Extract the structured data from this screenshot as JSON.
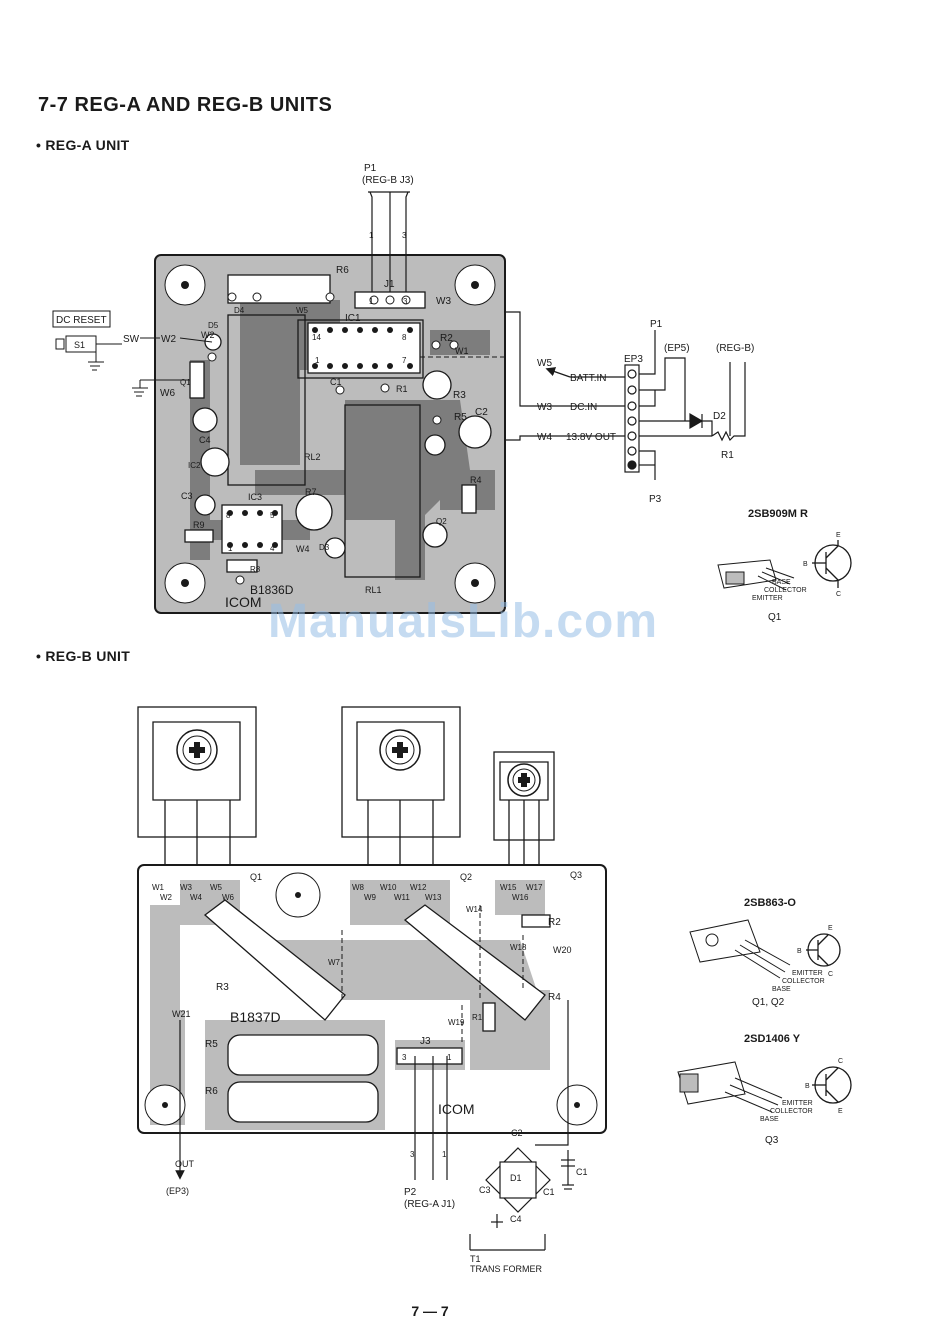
{
  "page": {
    "title": "7-7  REG-A AND REG-B UNITS",
    "page_number": "7 — 7",
    "watermark": "ManualsLib.com"
  },
  "reg_a": {
    "heading": "• REG-A UNIT",
    "board_label": "B1836D",
    "logo": "ICOM",
    "components": {
      "r6": "R6",
      "j1": "J1",
      "w3": "W3",
      "d4": "D4",
      "w5_board": "W5",
      "ic1": "IC1",
      "r2": "R2",
      "w1": "W1",
      "c1": "C1",
      "r1": "R1",
      "r3": "R3",
      "r5": "R5",
      "c2": "C2",
      "w2_board": "W2",
      "d5": "D5",
      "q1": "Q1",
      "w6": "W6",
      "c4": "C4",
      "ic2": "IC2",
      "c3": "C3",
      "rl2": "RL2",
      "q2": "Q2",
      "r4": "R4",
      "r7": "R7",
      "ic3": "IC3",
      "r9": "R9",
      "d3": "D3",
      "w4_board": "W4",
      "r8": "R8",
      "rl1": "RL1"
    },
    "pins": {
      "ic1_14": "14",
      "ic1_8": "8",
      "ic1_1": "1",
      "ic1_7": "7",
      "ic3_8": "8",
      "ic3_5": "5",
      "ic3_1": "1",
      "ic3_4": "4",
      "j1_1": "1",
      "j1_3": "3",
      "p1_1": "1",
      "p1_3": "3"
    },
    "connector_p1": {
      "name": "P1",
      "ref": "(REG-B J3)"
    },
    "switch": {
      "box": "DC RESET",
      "name": "S1",
      "sw": "SW",
      "w2": "W2"
    },
    "external": {
      "w5": "W5",
      "batt_in": "BATT.IN",
      "w3": "W3",
      "dc_in": "DC.IN",
      "w4": "W4",
      "out_13_8": "13.8V OUT",
      "ep3": "EP3",
      "p1": "P1",
      "ep5": "(EP5)",
      "regb": "(REG-B)",
      "d2": "D2",
      "r1": "R1",
      "p3": "P3"
    },
    "transistor": {
      "part": "2SB909M  R",
      "ref": "Q1",
      "base": "BASE",
      "collector": "COLLECTOR",
      "emitter": "EMITTER",
      "e": "E",
      "b": "B",
      "c": "C"
    }
  },
  "reg_b": {
    "heading": "• REG-B UNIT",
    "board_label": "B1837D",
    "logo": "ICOM",
    "components": {
      "q1": "Q1",
      "q2": "Q2",
      "q3": "Q3",
      "r2": "R2",
      "r3": "R3",
      "r4": "R4",
      "r5": "R5",
      "r6": "R6",
      "r1": "R1",
      "j3": "J3",
      "j3_3": "3",
      "j3_1": "1",
      "p2_3": "3",
      "p2_1": "1"
    },
    "pads": {
      "w1": "W1",
      "w2": "W2",
      "w3": "W3",
      "w4": "W4",
      "w5": "W5",
      "w6": "W6",
      "w7": "W7",
      "w8": "W8",
      "w9": "W9",
      "w10": "W10",
      "w11": "W11",
      "w12": "W12",
      "w13": "W13",
      "w14": "W14",
      "w15": "W15",
      "w16": "W16",
      "w17": "W17",
      "w18": "W18",
      "w19": "W19",
      "w20": "W20",
      "w21": "W21"
    },
    "out": {
      "label": "OUT",
      "ref": "(EP3)"
    },
    "p2": {
      "name": "P2",
      "ref": "(REG-A J1)"
    },
    "bridge": {
      "d1": "D1",
      "c1": "C1",
      "c2": "C2",
      "c3": "C3",
      "c4": "C4",
      "c1_ext": "C1"
    },
    "transformer": {
      "name": "T1",
      "label": "TRANS FORMER"
    },
    "transistor_1": {
      "part": "2SB863-O",
      "ref": "Q1, Q2",
      "emitter": "EMITTER",
      "collector": "COLLECTOR",
      "base": "BASE",
      "e": "E",
      "b": "B",
      "c": "C"
    },
    "transistor_2": {
      "part": "2SD1406  Y",
      "ref": "Q3",
      "emitter": "EMITTER",
      "collector": "COLLECTOR",
      "base": "BASE",
      "e": "E",
      "b": "B",
      "c": "C"
    }
  },
  "colors": {
    "board_fill": "#bcbcbc",
    "trace": "#7d7d7d",
    "ink": "#1a1a1a",
    "watermark": "#96bee6"
  }
}
